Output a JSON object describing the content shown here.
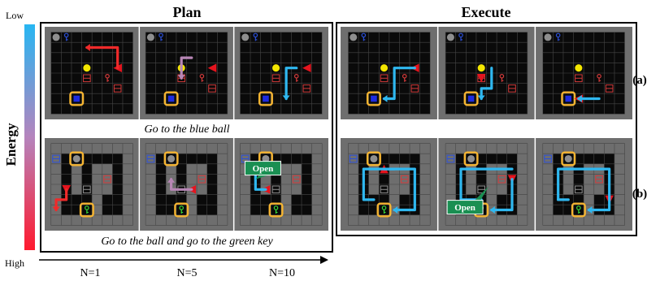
{
  "energy_bar": {
    "title": "Energy",
    "low_label": "Low",
    "high_label": "High",
    "top_color": "#27b6f2",
    "bottom_color": "#ff1a2e"
  },
  "sections": {
    "plan_title": "Plan",
    "execute_title": "Execute"
  },
  "rows": [
    {
      "tag": "(a)",
      "caption": "Go to the blue ball"
    },
    {
      "tag": "(b)",
      "caption": "Go to the ball and go to the green key"
    }
  ],
  "x_axis": {
    "labels": [
      "N=1",
      "N=5",
      "N=10"
    ]
  },
  "callouts": {
    "open_label": "Open"
  },
  "colors": {
    "grid_bg": "#6e6e6e",
    "cell": "#0a0a0a",
    "cell_line": "#474747",
    "highlight": "#f5b431",
    "plan_low_energy": "#2fb8f0",
    "plan_mid_energy": "#b786b5",
    "plan_high_energy": "#ef2a2a",
    "agent": "#e4141e",
    "callout": "#1a8f52"
  }
}
